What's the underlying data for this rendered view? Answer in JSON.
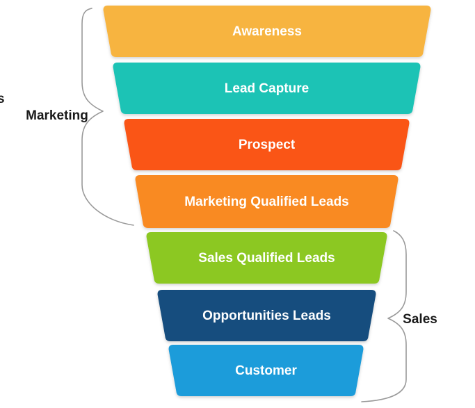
{
  "funnel": {
    "stages": [
      {
        "label": "Awareness",
        "color": "#F7B441"
      },
      {
        "label": "Lead Capture",
        "color": "#1DC3B5"
      },
      {
        "label": "Prospect",
        "color": "#FA5418"
      },
      {
        "label": "Marketing Qualified Leads",
        "color": "#F98A21"
      },
      {
        "label": "Sales Qualified Leads",
        "color": "#8CC824"
      },
      {
        "label": "Opportunities Leads",
        "color": "#154E7E"
      },
      {
        "label": "Customer",
        "color": "#1F9CDA"
      }
    ],
    "groups": {
      "marketing": "Marketing",
      "sales": "Sales"
    },
    "edge_glyph": "s"
  }
}
